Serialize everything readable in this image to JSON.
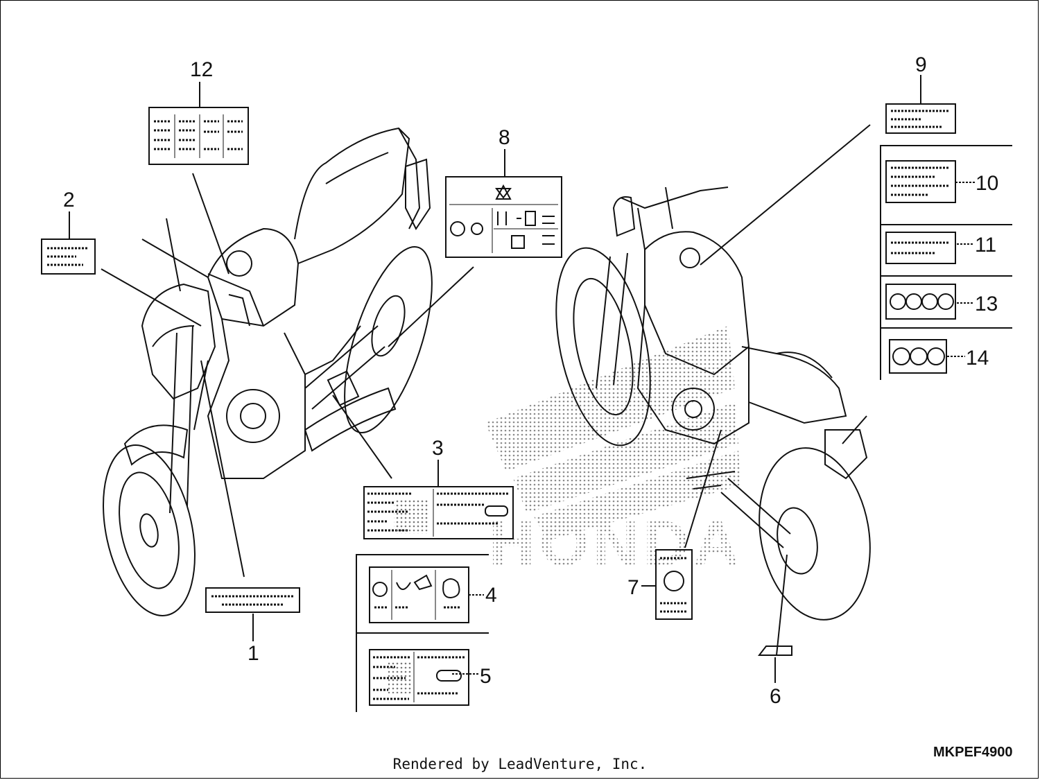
{
  "diagram": {
    "callouts": [
      {
        "id": "1",
        "label": "1"
      },
      {
        "id": "2",
        "label": "2"
      },
      {
        "id": "3",
        "label": "3"
      },
      {
        "id": "4",
        "label": "4"
      },
      {
        "id": "5",
        "label": "5"
      },
      {
        "id": "6",
        "label": "6"
      },
      {
        "id": "7",
        "label": "7"
      },
      {
        "id": "8",
        "label": "8"
      },
      {
        "id": "9",
        "label": "9"
      },
      {
        "id": "10",
        "label": "10"
      },
      {
        "id": "11",
        "label": "11"
      },
      {
        "id": "12",
        "label": "12"
      },
      {
        "id": "13",
        "label": "13"
      },
      {
        "id": "14",
        "label": "14"
      }
    ],
    "watermark": "HONDA",
    "diagram_code": "MKPEF4900",
    "credit": "Rendered by LeadVenture, Inc."
  }
}
